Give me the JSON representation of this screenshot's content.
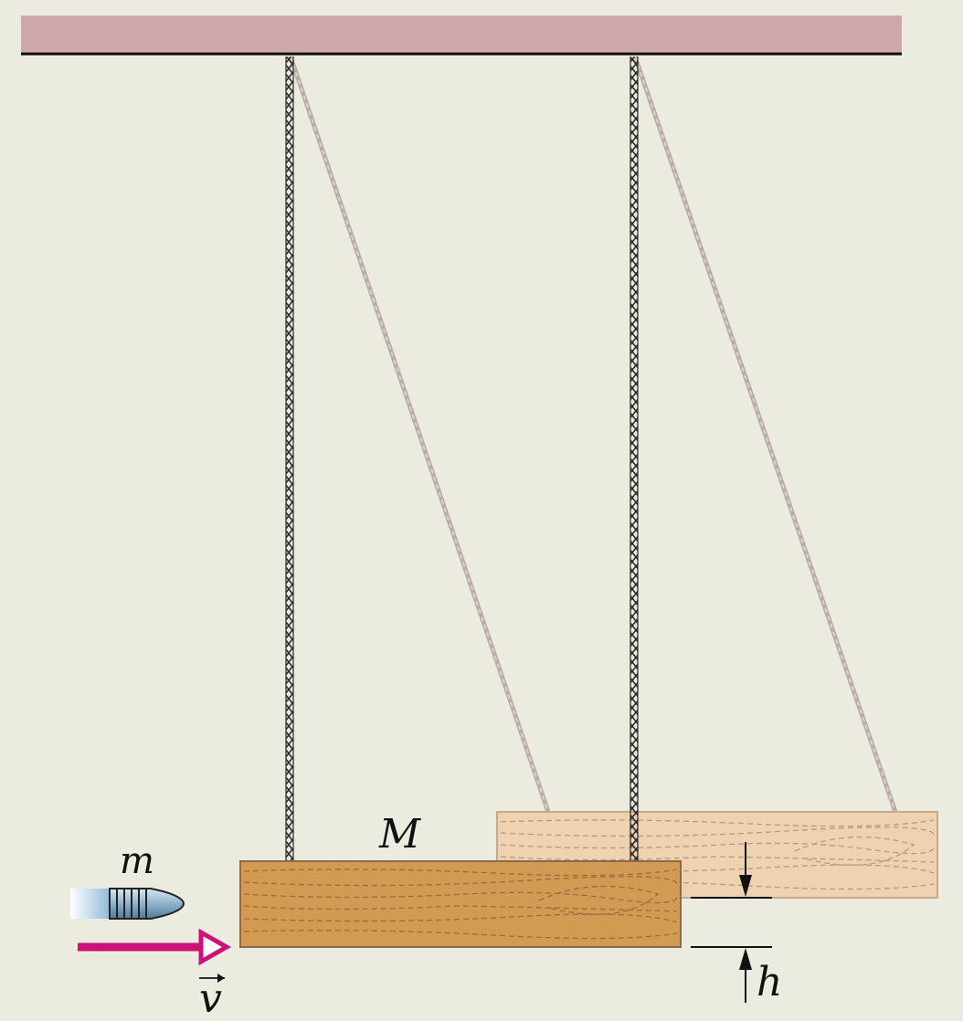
{
  "diagram": {
    "labels": {
      "bullet_mass": "m",
      "block_mass": "M",
      "velocity": "v",
      "height": "h"
    },
    "colors": {
      "background": "#ecebe0",
      "ceiling": "#cda7a9",
      "block": "#d39a54",
      "block_raised": "#efd3b1",
      "velocity_arrow": "#cc1179",
      "rope": "#2a2a2a",
      "rope_raised": "#b9aca8",
      "bullet": "#8fb3cc"
    }
  }
}
